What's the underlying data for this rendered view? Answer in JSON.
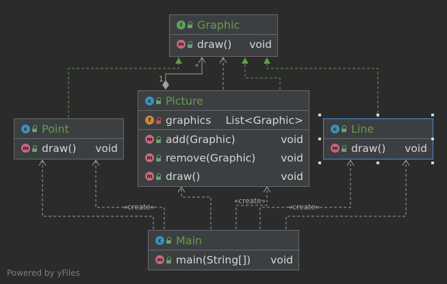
{
  "colors": {
    "background": "#2b2b2b",
    "node_fill": "#3c3f41",
    "title_green": "#6a9a4a",
    "edge_dashed": "#5e9e4e",
    "edge_solid": "#a0a0a0",
    "selection": "#4b8fd6"
  },
  "nodes": {
    "graphic": {
      "kind_icon": "interface-icon",
      "kind_letter": "I",
      "title": "Graphic",
      "members": [
        {
          "icon": "method-icon",
          "letter": "m",
          "name": "draw()",
          "type": "void"
        }
      ]
    },
    "picture": {
      "kind_icon": "class-icon",
      "kind_letter": "c",
      "title": "Picture",
      "fields": [
        {
          "icon": "field-icon",
          "letter": "f",
          "name": "graphics",
          "type": "List<Graphic>"
        }
      ],
      "members": [
        {
          "icon": "method-icon",
          "letter": "m",
          "name": "add(Graphic)",
          "type": "void"
        },
        {
          "icon": "method-icon",
          "letter": "m",
          "name": "remove(Graphic)",
          "type": "void"
        },
        {
          "icon": "method-icon",
          "letter": "m",
          "name": "draw()",
          "type": "void"
        }
      ]
    },
    "point": {
      "kind_icon": "class-icon",
      "kind_letter": "c",
      "title": "Point",
      "members": [
        {
          "icon": "method-icon",
          "letter": "m",
          "name": "draw()",
          "type": "void"
        }
      ]
    },
    "line": {
      "kind_icon": "class-icon",
      "kind_letter": "c",
      "title": "Line",
      "members": [
        {
          "icon": "method-icon",
          "letter": "m",
          "name": "draw()",
          "type": "void"
        }
      ]
    },
    "main": {
      "kind_icon": "class-icon",
      "kind_letter": "c",
      "title": "Main",
      "members": [
        {
          "icon": "method-icon",
          "letter": "m",
          "name": "main(String[])",
          "type": "void"
        }
      ]
    }
  },
  "edge_labels": {
    "multiplicity_many": "*",
    "multiplicity_one": "1",
    "create": "«create»"
  },
  "footer": "Powered by yFiles"
}
